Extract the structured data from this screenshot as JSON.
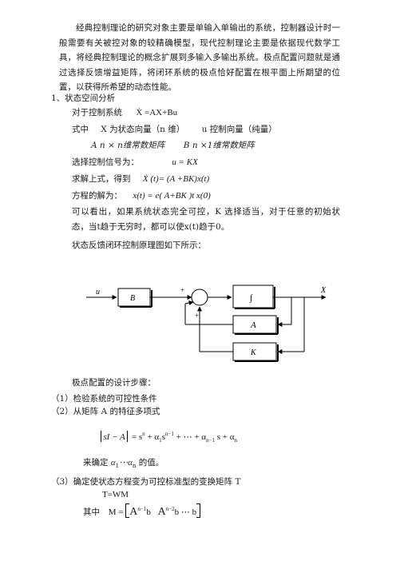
{
  "intro": "经典控制理论的研究对象主要是单输入单输出的系统，控制器设计时一般需要有关被控对象的较精确模型，现代控制理论主要是依据现代数学工具，将经典控制理论的概念扩展到多输入多输出系统。极点配置问题就是通过选择反馈增益矩阵，将闭环系统的极点恰好配置在根平面上所期望的位置，以获得所希望的动态性能。",
  "section1": "1、状态空间分析",
  "for_system": "对于控制系统",
  "eq_state": "Ẋ =AX+Bu",
  "where_lead": "式中",
  "where_X": "X 为状态向量（n 维）",
  "where_u": "u  控制向量（纯量）",
  "A_desc": "A    n  ×  n维常数矩阵",
  "B_desc": "B n  ×1维常数矩阵",
  "choose_control": "选择控制信号为：",
  "eq_u": "u =  KX",
  "solve_lead": "求解上式，得到",
  "eq_closed": "Ẋ (t)=  (A +BK)x(t)",
  "solution_lead": "方程的解为：",
  "eq_solution": "x(t) =  e( A+BK )t x(0)",
  "observe": "可以看出，如果系统状态完全可控，K 选择适当，对于任意的初始状态，当t趋于无穷时，都可以使x(t)趋于0。",
  "diagram_caption": "状态反馈闭环控制原理图如下所示：",
  "diagram": {
    "u": "u",
    "B": "B",
    "plus_top": "+",
    "plus_bottom": "+",
    "integrator": "∫",
    "X": "X",
    "A": "A",
    "K": "K"
  },
  "steps_title": "极点配置的设计步骤：",
  "step1": "（1）检验系统的可控性条件",
  "step2": "（2）从矩阵  A  的特征多项式",
  "char_poly": {
    "lhs": "sI − A",
    "terms": "= s",
    "n": "n",
    "a1": "+ α",
    "s2": "s",
    "n1": "n−1",
    "rest": "+ ⋯ + α",
    "n_1": "n−1",
    "s3": "s + α",
    "n_": "n"
  },
  "determine_lead": "来确定",
  "alphas": "α",
  "alphas_sub1": "1",
  "alphas_dots": "⋯α",
  "alphas_subn": "n",
  "determine_tail": "的值。",
  "step3": "（3）确定使状态方程变为可控标准型的变换矩阵  T",
  "T_eq": "T=WM",
  "M_lead": "其中",
  "M_eq": {
    "lhs": "M =",
    "A1": "A",
    "p1": "n−1",
    "b1": "b",
    "A2": "A",
    "p2": "n−2",
    "b2": "b   ⋯   b"
  }
}
